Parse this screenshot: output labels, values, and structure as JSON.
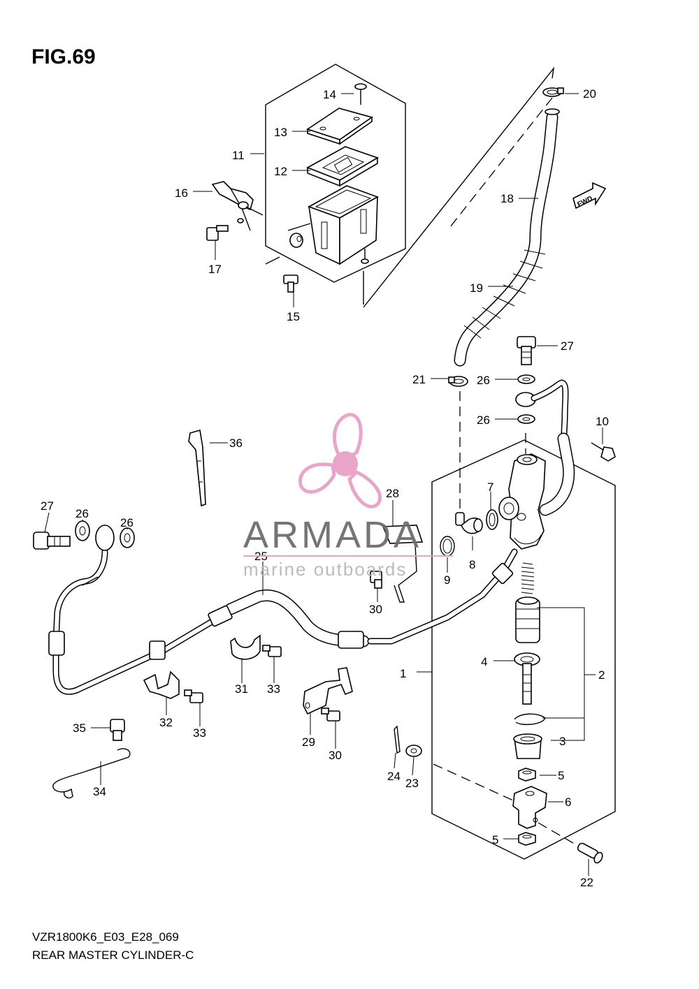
{
  "figure": {
    "title": "FIG.69",
    "model_code": "VZR1800K6_E03_E28_069",
    "assembly_name": "REAR MASTER CYLINDER-C"
  },
  "watermark": {
    "brand": "ARMADA",
    "tagline": "marine outboards",
    "colors": {
      "brand_text": "#6e6e6e",
      "logo_pink": "#e8a0c8",
      "tagline_text": "#b8b8b8"
    }
  },
  "direction_badge": {
    "text": "FWD"
  },
  "callouts": [
    {
      "id": "c1",
      "label": "1"
    },
    {
      "id": "c2",
      "label": "2"
    },
    {
      "id": "c3",
      "label": "3"
    },
    {
      "id": "c4",
      "label": "4"
    },
    {
      "id": "c5a",
      "label": "5"
    },
    {
      "id": "c5b",
      "label": "5"
    },
    {
      "id": "c6",
      "label": "6"
    },
    {
      "id": "c7",
      "label": "7"
    },
    {
      "id": "c8",
      "label": "8"
    },
    {
      "id": "c9",
      "label": "9"
    },
    {
      "id": "c10",
      "label": "10"
    },
    {
      "id": "c11",
      "label": "11"
    },
    {
      "id": "c12",
      "label": "12"
    },
    {
      "id": "c13",
      "label": "13"
    },
    {
      "id": "c14",
      "label": "14"
    },
    {
      "id": "c15",
      "label": "15"
    },
    {
      "id": "c16",
      "label": "16"
    },
    {
      "id": "c17",
      "label": "17"
    },
    {
      "id": "c18",
      "label": "18"
    },
    {
      "id": "c19",
      "label": "19"
    },
    {
      "id": "c20",
      "label": "20"
    },
    {
      "id": "c21",
      "label": "21"
    },
    {
      "id": "c22",
      "label": "22"
    },
    {
      "id": "c23",
      "label": "23"
    },
    {
      "id": "c24",
      "label": "24"
    },
    {
      "id": "c25",
      "label": "25"
    },
    {
      "id": "c26a",
      "label": "26"
    },
    {
      "id": "c26b",
      "label": "26"
    },
    {
      "id": "c26c",
      "label": "26"
    },
    {
      "id": "c26d",
      "label": "26"
    },
    {
      "id": "c27a",
      "label": "27"
    },
    {
      "id": "c27b",
      "label": "27"
    },
    {
      "id": "c28",
      "label": "28"
    },
    {
      "id": "c29",
      "label": "29"
    },
    {
      "id": "c30a",
      "label": "30"
    },
    {
      "id": "c30b",
      "label": "30"
    },
    {
      "id": "c31",
      "label": "31"
    },
    {
      "id": "c32",
      "label": "32"
    },
    {
      "id": "c33a",
      "label": "33"
    },
    {
      "id": "c33b",
      "label": "33"
    },
    {
      "id": "c34",
      "label": "34"
    },
    {
      "id": "c35",
      "label": "35"
    },
    {
      "id": "c36",
      "label": "36"
    }
  ]
}
